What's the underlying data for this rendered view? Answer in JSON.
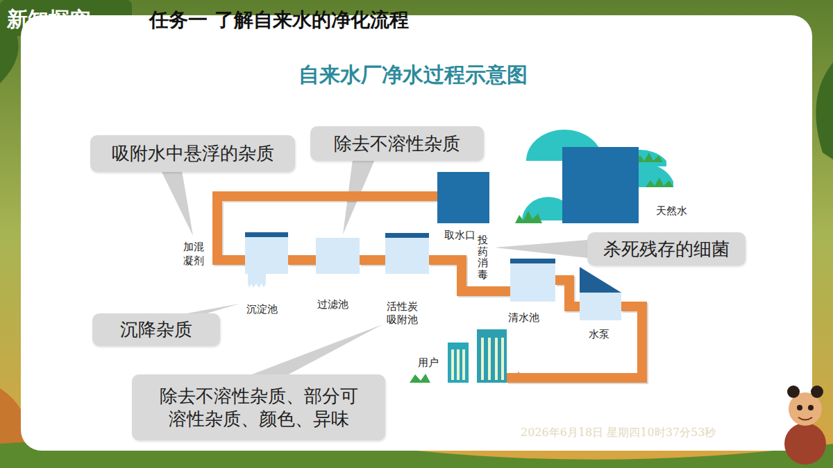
{
  "diagram": {
    "title": "自来水厂净水过程示意图",
    "nodes": [
      {
        "text": [
          "吸附水中悬浮的杂质"
        ]
      },
      {
        "text": [
          "除去不溶性杂质"
        ]
      },
      {
        "text": [
          "天然水"
        ]
      },
      {
        "text": [
          "取水口"
        ]
      },
      {
        "text": [
          "沉淀池"
        ]
      },
      {
        "text": [
          "过滤池"
        ]
      },
      {
        "text": [
          "活性炭 吸附池"
        ]
      },
      {
        "text": [
          "杀死残存的细菌"
        ]
      },
      {
        "text": [
          "清水池"
        ]
      },
      {
        "text": [
          "水泵"
        ]
      },
      {
        "text": [
          "沉降杂质"
        ]
      },
      {
        "text": [
          "用户"
        ]
      },
      {
        "text": [
          "除去不溶性杂质、部分可溶性杂质、颜色、异味"
        ]
      }
    ],
    "edges": [
      {
        "from": 3,
        "to": 4,
        "arrow": "none",
        "label": "加混 凝剂"
      },
      {
        "from": 4,
        "to": 5,
        "arrow": "none"
      },
      {
        "from": 5,
        "to": 6,
        "arrow": "none"
      },
      {
        "from": 6,
        "to": 8,
        "arrow": "none",
        "label": "投药消毒"
      },
      {
        "from": 8,
        "to": 9,
        "arrow": "none"
      },
      {
        "from": 9,
        "to": 11,
        "arrow": "none"
      }
    ],
    "labels": [
      "新知探究",
      "任务一 了解自来水的净化流程",
      "2026年6月18日 星期四10时37分53秒"
    ]
  }
}
